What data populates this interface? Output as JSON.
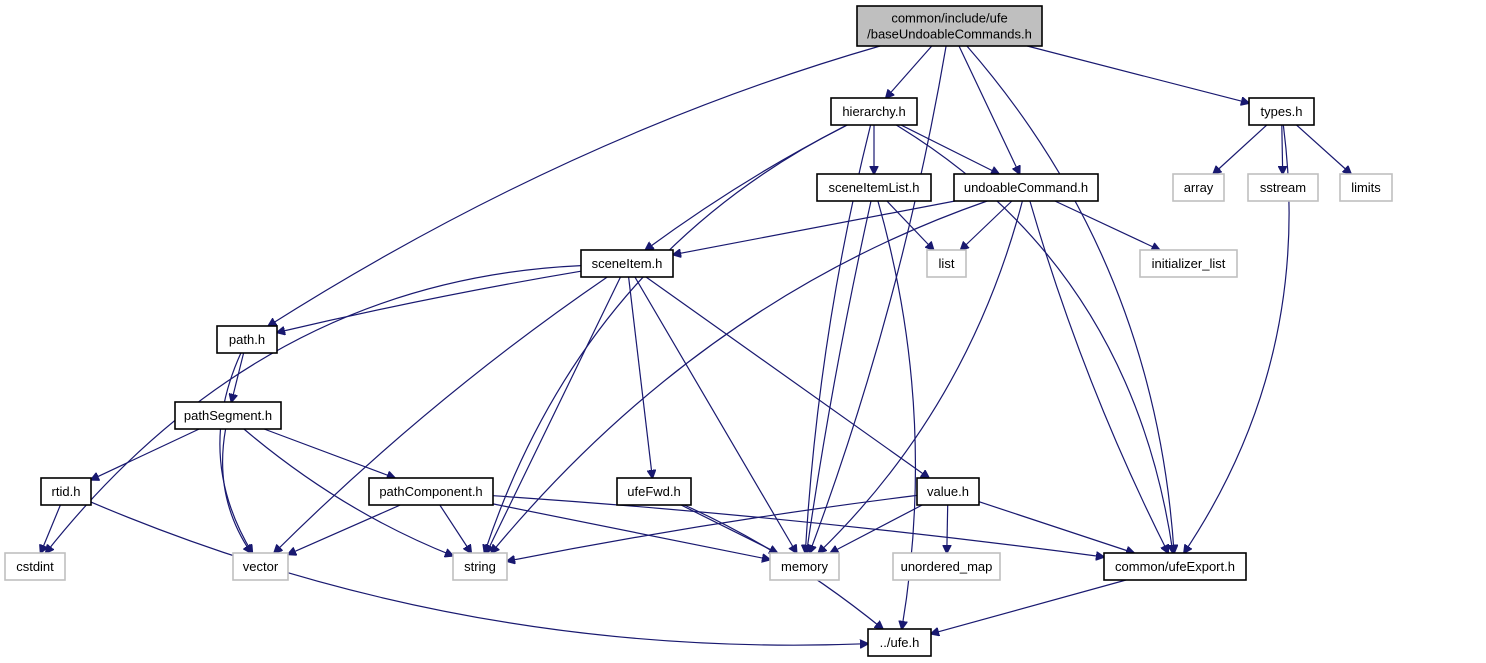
{
  "diagram": {
    "type": "include-dependency-graph",
    "colors": {
      "edge": "#191970",
      "root_fill": "#bfbfbf",
      "external_border": "#bfbfbf",
      "node_border": "#000000"
    },
    "nodes": [
      {
        "id": "root",
        "label_lines": [
          "common/include/ufe",
          "/baseUndoableCommands.h"
        ],
        "kind": "root"
      },
      {
        "id": "hierarchy",
        "label_lines": [
          "hierarchy.h"
        ],
        "kind": "file"
      },
      {
        "id": "types",
        "label_lines": [
          "types.h"
        ],
        "kind": "file"
      },
      {
        "id": "sceneItemList",
        "label_lines": [
          "sceneItemList.h"
        ],
        "kind": "file"
      },
      {
        "id": "undoableCommand",
        "label_lines": [
          "undoableCommand.h"
        ],
        "kind": "file"
      },
      {
        "id": "array",
        "label_lines": [
          "array"
        ],
        "kind": "external"
      },
      {
        "id": "sstream",
        "label_lines": [
          "sstream"
        ],
        "kind": "external"
      },
      {
        "id": "limits",
        "label_lines": [
          "limits"
        ],
        "kind": "external"
      },
      {
        "id": "sceneItem",
        "label_lines": [
          "sceneItem.h"
        ],
        "kind": "file"
      },
      {
        "id": "list",
        "label_lines": [
          "list"
        ],
        "kind": "external"
      },
      {
        "id": "initializer_list",
        "label_lines": [
          "initializer_list"
        ],
        "kind": "external"
      },
      {
        "id": "path",
        "label_lines": [
          "path.h"
        ],
        "kind": "file"
      },
      {
        "id": "pathSegment",
        "label_lines": [
          "pathSegment.h"
        ],
        "kind": "file"
      },
      {
        "id": "rtid",
        "label_lines": [
          "rtid.h"
        ],
        "kind": "file"
      },
      {
        "id": "pathComponent",
        "label_lines": [
          "pathComponent.h"
        ],
        "kind": "file"
      },
      {
        "id": "ufeFwd",
        "label_lines": [
          "ufeFwd.h"
        ],
        "kind": "file"
      },
      {
        "id": "value",
        "label_lines": [
          "value.h"
        ],
        "kind": "file"
      },
      {
        "id": "cstdint",
        "label_lines": [
          "cstdint"
        ],
        "kind": "external"
      },
      {
        "id": "vector",
        "label_lines": [
          "vector"
        ],
        "kind": "external"
      },
      {
        "id": "string",
        "label_lines": [
          "string"
        ],
        "kind": "external"
      },
      {
        "id": "memory",
        "label_lines": [
          "memory"
        ],
        "kind": "external"
      },
      {
        "id": "unordered_map",
        "label_lines": [
          "unordered_map"
        ],
        "kind": "external"
      },
      {
        "id": "ufeExport",
        "label_lines": [
          "common/ufeExport.h"
        ],
        "kind": "file"
      },
      {
        "id": "ufe",
        "label_lines": [
          "../ufe.h"
        ],
        "kind": "file"
      }
    ],
    "edges": [
      [
        "root",
        "hierarchy"
      ],
      [
        "root",
        "types"
      ],
      [
        "root",
        "undoableCommand"
      ],
      [
        "root",
        "path"
      ],
      [
        "root",
        "memory"
      ],
      [
        "root",
        "ufeExport"
      ],
      [
        "hierarchy",
        "sceneItemList"
      ],
      [
        "hierarchy",
        "undoableCommand"
      ],
      [
        "hierarchy",
        "sceneItem"
      ],
      [
        "hierarchy",
        "string"
      ],
      [
        "hierarchy",
        "memory"
      ],
      [
        "hierarchy",
        "ufeExport"
      ],
      [
        "types",
        "array"
      ],
      [
        "types",
        "sstream"
      ],
      [
        "types",
        "limits"
      ],
      [
        "types",
        "ufeExport"
      ],
      [
        "sceneItemList",
        "list"
      ],
      [
        "sceneItemList",
        "memory"
      ],
      [
        "sceneItemList",
        "ufe"
      ],
      [
        "undoableCommand",
        "sceneItem"
      ],
      [
        "undoableCommand",
        "list"
      ],
      [
        "undoableCommand",
        "initializer_list"
      ],
      [
        "undoableCommand",
        "string"
      ],
      [
        "undoableCommand",
        "memory"
      ],
      [
        "undoableCommand",
        "ufeExport"
      ],
      [
        "sceneItem",
        "path"
      ],
      [
        "sceneItem",
        "cstdint"
      ],
      [
        "sceneItem",
        "vector"
      ],
      [
        "sceneItem",
        "string"
      ],
      [
        "sceneItem",
        "ufeFwd"
      ],
      [
        "sceneItem",
        "memory"
      ],
      [
        "sceneItem",
        "value"
      ],
      [
        "path",
        "pathSegment"
      ],
      [
        "path",
        "vector"
      ],
      [
        "pathSegment",
        "rtid"
      ],
      [
        "pathSegment",
        "pathComponent"
      ],
      [
        "pathSegment",
        "vector"
      ],
      [
        "pathSegment",
        "string"
      ],
      [
        "rtid",
        "cstdint"
      ],
      [
        "rtid",
        "ufe"
      ],
      [
        "pathComponent",
        "vector"
      ],
      [
        "pathComponent",
        "string"
      ],
      [
        "pathComponent",
        "memory"
      ],
      [
        "pathComponent",
        "ufeExport"
      ],
      [
        "ufeFwd",
        "memory"
      ],
      [
        "ufeFwd",
        "ufe"
      ],
      [
        "value",
        "string"
      ],
      [
        "value",
        "memory"
      ],
      [
        "value",
        "unordered_map"
      ],
      [
        "value",
        "ufeExport"
      ],
      [
        "ufeExport",
        "ufe"
      ]
    ]
  }
}
